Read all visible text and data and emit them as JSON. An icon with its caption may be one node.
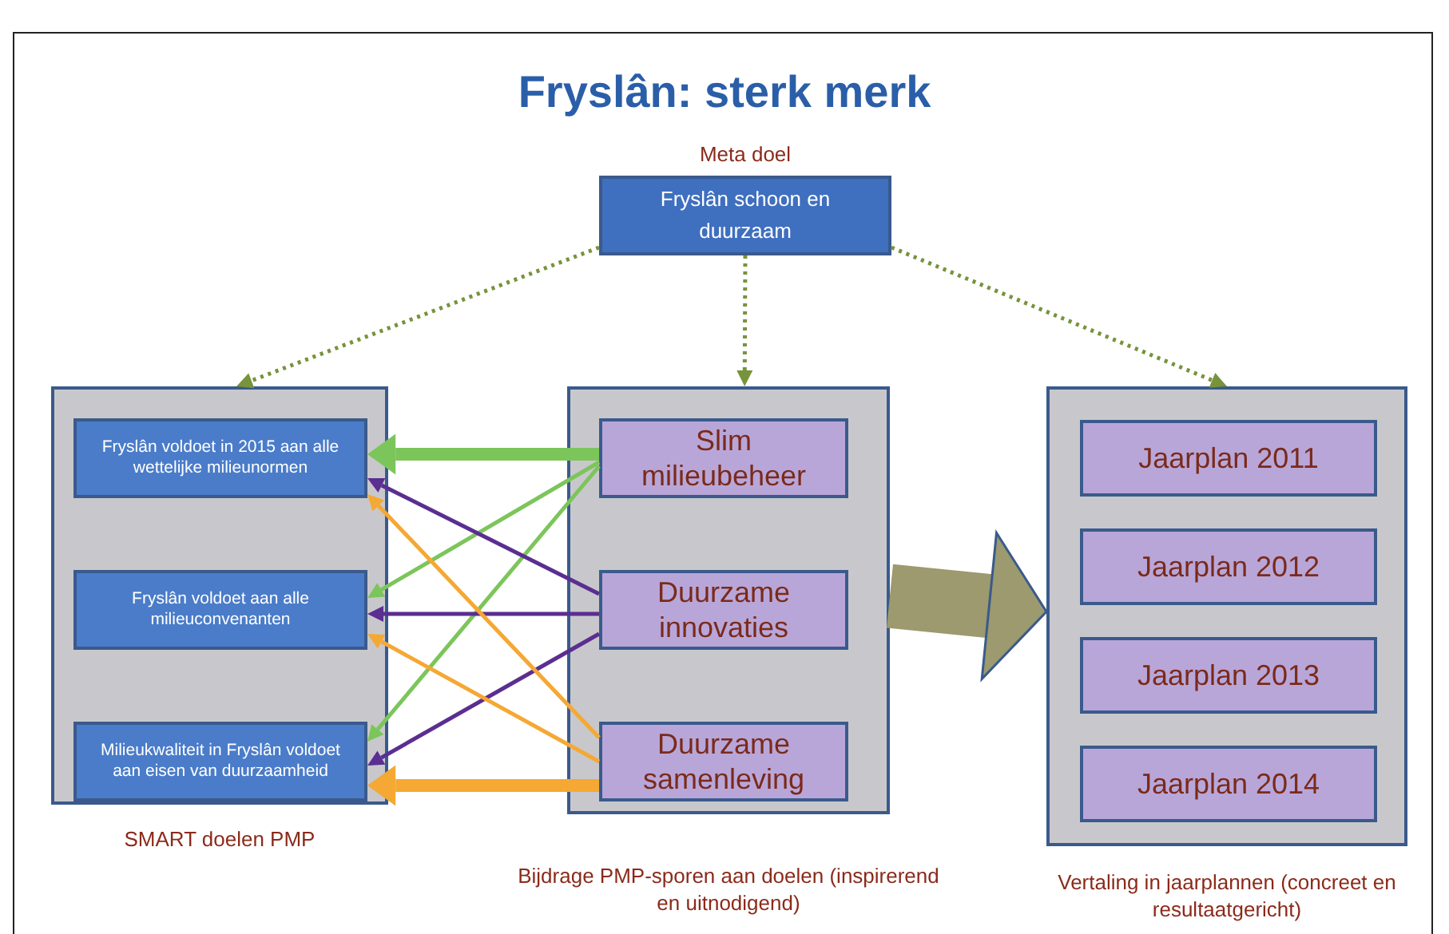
{
  "diagram": {
    "title": "Fryslân: sterk merk",
    "nodes": [
      {
        "text": [
          "Meta doel",
          "Fryslân schoon en duurzaam"
        ]
      },
      {
        "text": [
          "SMART doelen PMP"
        ]
      },
      {
        "text": [
          "Fryslân voldoet in 2015 aan alle wettelijke milieunormen"
        ],
        "in": 1
      },
      {
        "text": [
          "Fryslân voldoet aan alle milieuconvenanten"
        ],
        "in": 1
      },
      {
        "text": [
          "Milieukwaliteit in Fryslân voldoet aan eisen van duurzaamheid"
        ],
        "in": 1
      },
      {
        "text": [
          "Bijdrage PMP-sporen aan doelen (inspirerend en uitnodigend)"
        ]
      },
      {
        "text": [
          "Slim milieubeheer"
        ],
        "in": 5
      },
      {
        "text": [
          "Duurzame innovaties"
        ],
        "in": 5
      },
      {
        "text": [
          "Duurzame samenleving"
        ],
        "in": 5
      },
      {
        "text": [
          "Vertaling in jaarplannen (concreet en resultaatgericht)"
        ]
      },
      {
        "text": [
          "Jaarplan 2011"
        ],
        "in": 9
      },
      {
        "text": [
          "Jaarplan 2012"
        ],
        "in": 9
      },
      {
        "text": [
          "Jaarplan 2013"
        ],
        "in": 9
      },
      {
        "text": [
          "Jaarplan 2014"
        ],
        "in": 9
      }
    ],
    "edges": [
      {
        "from": 0,
        "to": 1,
        "arrow": "to",
        "style": "dashed",
        "color": "#77933c"
      },
      {
        "from": 0,
        "to": 5,
        "arrow": "to",
        "style": "dashed",
        "color": "#77933c"
      },
      {
        "from": 0,
        "to": 9,
        "arrow": "to",
        "style": "dashed",
        "color": "#77933c"
      },
      {
        "from": 5,
        "to": 9,
        "arrow": "to",
        "style": "thick",
        "color": "#9c9a6e"
      },
      {
        "from": 6,
        "to": 2,
        "arrow": "to",
        "style": "thick",
        "color": "#7cc55a"
      },
      {
        "from": 6,
        "to": 3,
        "arrow": "to",
        "color": "#7cc55a"
      },
      {
        "from": 6,
        "to": 4,
        "arrow": "to",
        "color": "#7cc55a"
      },
      {
        "from": 7,
        "to": 2,
        "arrow": "to",
        "color": "#5b2e91"
      },
      {
        "from": 7,
        "to": 3,
        "arrow": "to",
        "color": "#5b2e91"
      },
      {
        "from": 7,
        "to": 4,
        "arrow": "to",
        "color": "#5b2e91"
      },
      {
        "from": 8,
        "to": 2,
        "arrow": "to",
        "color": "#f5a833"
      },
      {
        "from": 8,
        "to": 3,
        "arrow": "to",
        "color": "#f5a833"
      },
      {
        "from": 8,
        "to": 4,
        "arrow": "to",
        "style": "thick",
        "color": "#f5a833"
      }
    ]
  }
}
